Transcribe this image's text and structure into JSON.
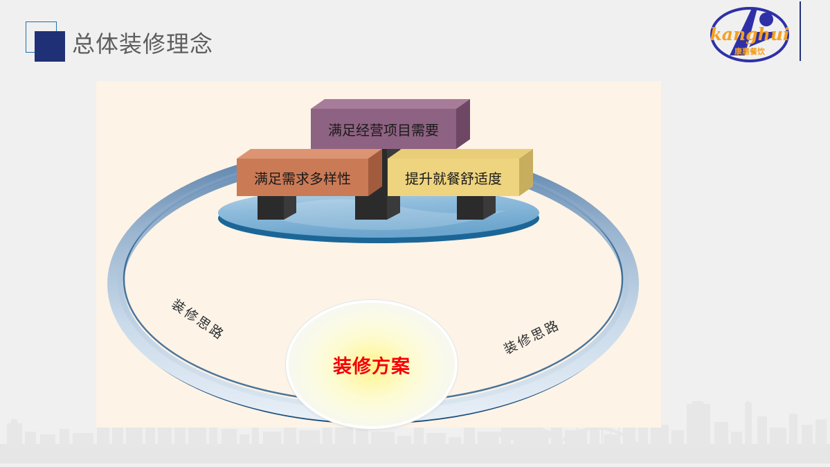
{
  "page": {
    "background_color": "#f0f0f0",
    "panel_color": "#fdf3e7"
  },
  "header": {
    "title": "总体装修理念",
    "decor": {
      "outline_square_color": "#1f6fad",
      "solid_square_color": "#1f3076"
    },
    "divider_color": "#1f3076",
    "logo": {
      "brand_latin": "kanghui",
      "brand_chinese": "康惠餐饮",
      "ring_color": "#2f30a8",
      "text_color": "#f5a01e"
    }
  },
  "diagram": {
    "center": {
      "label": "装修方案",
      "text_color": "#f50000",
      "glow_color": "#fff28a"
    },
    "ring": {
      "label_left": "装修思路",
      "label_right": "装修思路",
      "color_light": "#c4d4e6",
      "color_mid": "#7f9fc3",
      "color_dark": "#1c4f7c"
    },
    "platform": {
      "color_top": "#9ec6e0",
      "color_edge": "#1c6697"
    },
    "boxes": [
      {
        "id": "top",
        "label": "满足经营项目需要",
        "front_color": "#8e6282",
        "top_color": "#a77c9a",
        "side_color": "#6e4764"
      },
      {
        "id": "left",
        "label": "满足需求多样性",
        "front_color": "#cb7a56",
        "top_color": "#dd9472",
        "side_color": "#a25c3d"
      },
      {
        "id": "right",
        "label": "提升就餐舒适度",
        "front_color": "#efd47f",
        "top_color": "#e9cd78",
        "side_color": "#c7ad5e"
      }
    ],
    "pillar_color": "#2b2b2b"
  }
}
